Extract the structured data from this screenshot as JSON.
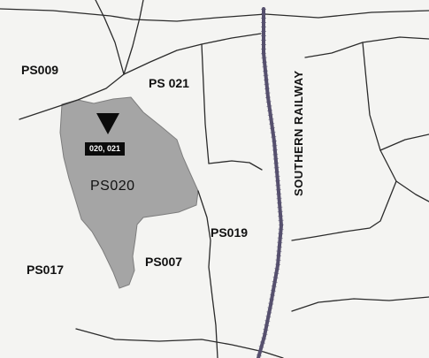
{
  "map": {
    "colors": {
      "background": "#f4f4f2",
      "road": "#2b2b2b",
      "highlight_area": "#a5a5a5",
      "railway": "#56506e",
      "marker": "#0b0b0b"
    },
    "highlighted_district": "PS020",
    "districts": {
      "ps009": "PS009",
      "ps021": "PS 021",
      "ps020": "PS020",
      "ps019": "PS019",
      "ps007": "PS007",
      "ps017": "PS017"
    },
    "railway_label": "SOUTHERN RAILWAY",
    "marker": {
      "icon": "triangle-down-marker-icon",
      "label": "020, 021"
    }
  }
}
